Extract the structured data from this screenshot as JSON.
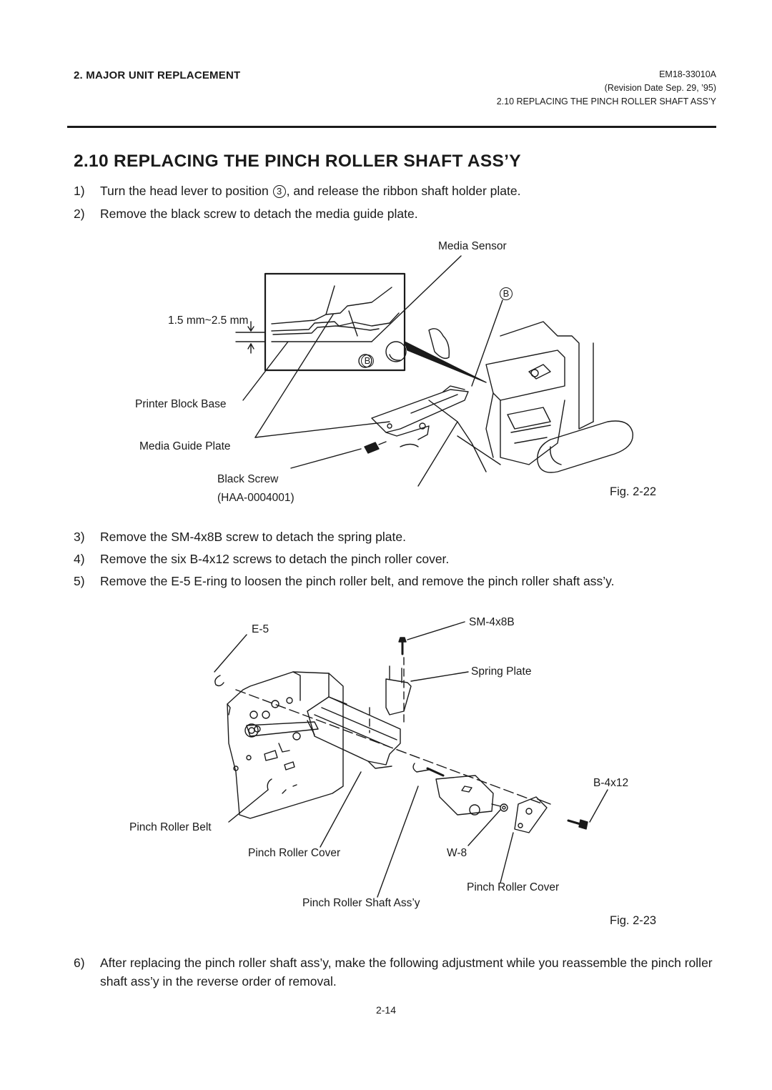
{
  "header": {
    "section": "2. MAJOR UNIT REPLACEMENT",
    "doc_code": "EM18-33010A",
    "revision": "(Revision Date Sep. 29, ’95)",
    "subsection": "2.10 REPLACING THE PINCH ROLLER SHAFT ASS’Y"
  },
  "title": "2.10 REPLACING THE PINCH ROLLER SHAFT ASS’Y",
  "steps": [
    {
      "num": "1)",
      "pre": "Turn the head lever to position ",
      "circled": "3",
      "post": ", and release the ribbon shaft holder plate."
    },
    {
      "num": "2)",
      "text": "Remove the black screw to detach the media guide plate."
    },
    {
      "num": "3)",
      "text": "Remove the SM-4x8B screw to detach the spring plate."
    },
    {
      "num": "4)",
      "text": "Remove the six B-4x12 screws to detach the pinch roller cover."
    },
    {
      "num": "5)",
      "text": "Remove the E-5 E-ring to loosen the pinch roller belt, and remove the pinch roller shaft ass’y."
    },
    {
      "num": "6)",
      "text": "After replacing the pinch roller shaft ass’y, make the following adjustment while you reassemble the pinch roller shaft ass’y in the reverse order of removal."
    }
  ],
  "fig22": {
    "caption": "Fig. 2-22",
    "labels": {
      "media_sensor": "Media Sensor",
      "gap": "1.5 mm~2.5 mm",
      "callout_b": "B",
      "printer_block_base": "Printer Block Base",
      "media_guide_plate": "Media Guide Plate",
      "black_screw": "Black Screw",
      "black_screw_part": "(HAA-0004001)"
    }
  },
  "fig23": {
    "caption": "Fig. 2-23",
    "labels": {
      "e5": "E-5",
      "sm_screw": "SM-4x8B",
      "spring_plate": "Spring Plate",
      "b_screw": "B-4x12",
      "pinch_roller_belt": "Pinch Roller Belt",
      "pinch_roller_cover_1": "Pinch Roller Cover",
      "w8": "W-8",
      "pinch_roller_cover_2": "Pinch Roller Cover",
      "pinch_roller_shaft": "Pinch Roller Shaft Ass’y"
    }
  },
  "page_number": "2-14"
}
